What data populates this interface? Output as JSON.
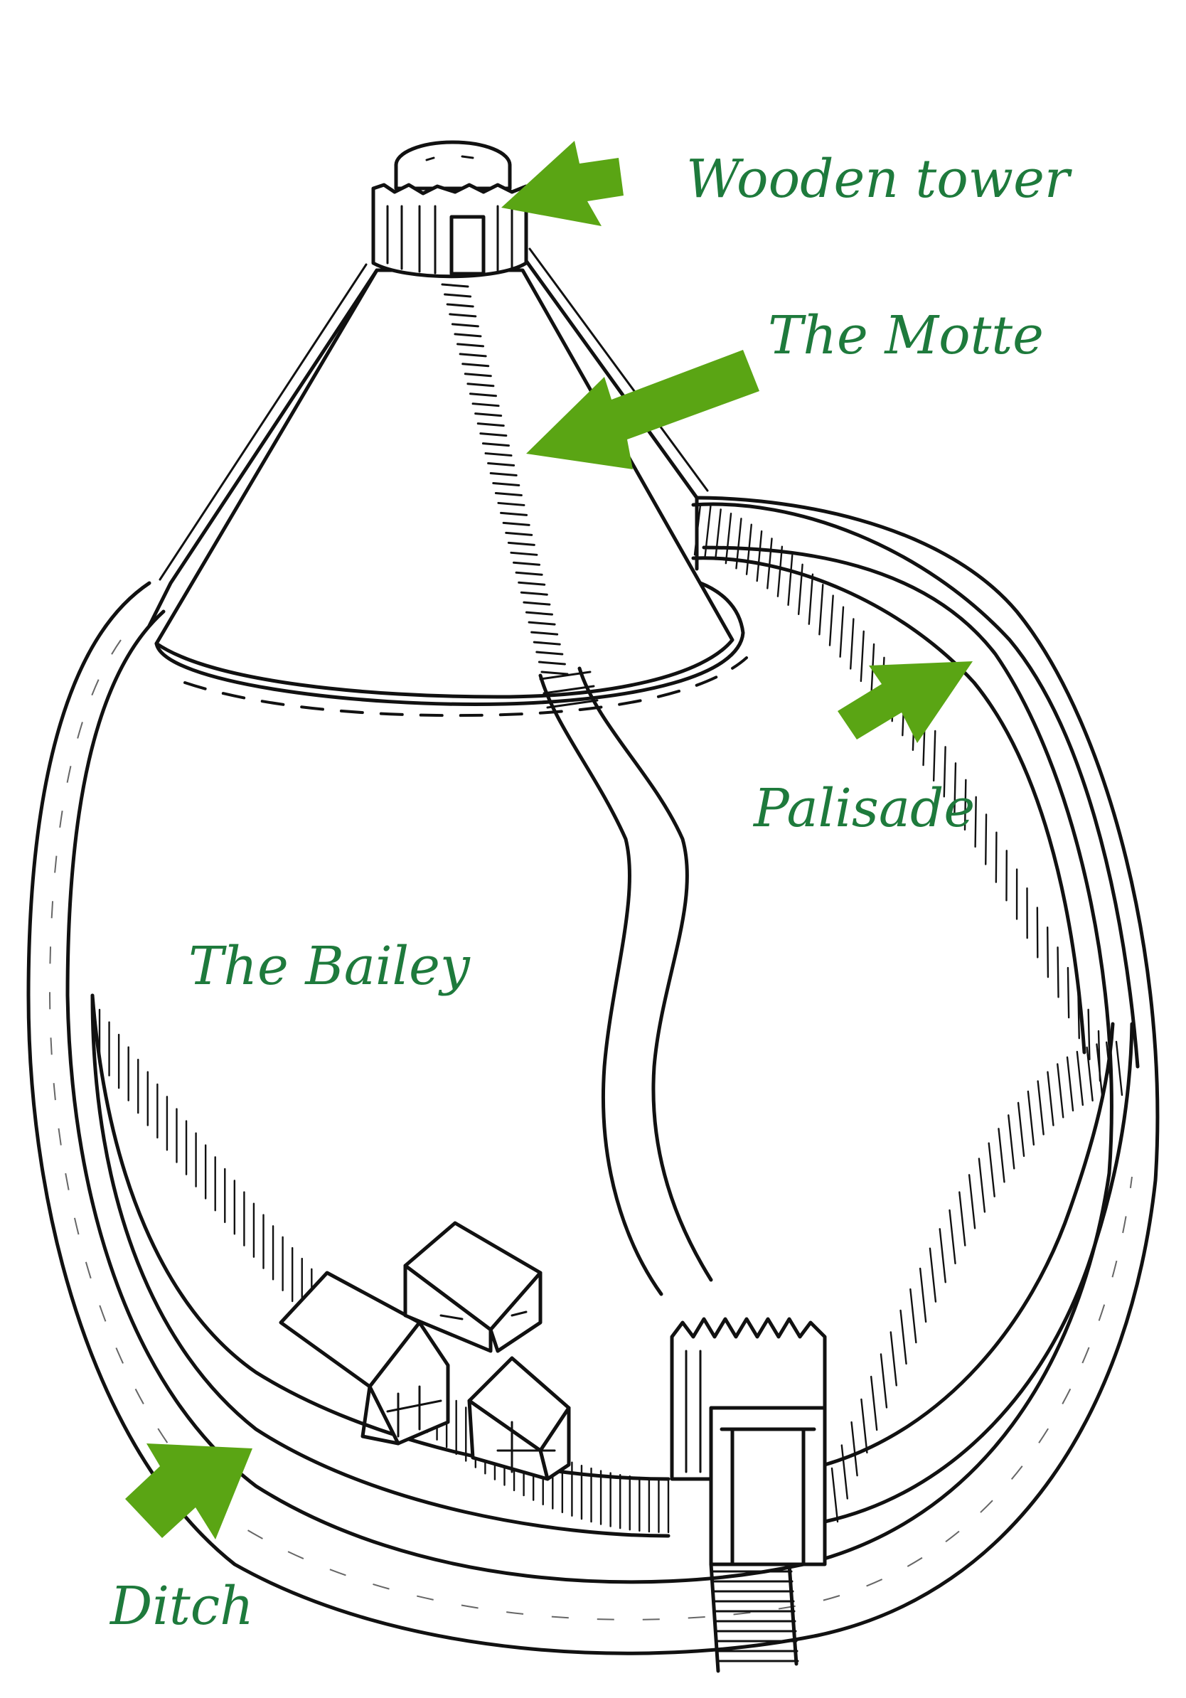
{
  "labels": {
    "wooden_tower": "Wooden tower",
    "motte": "The Motte",
    "palisade": "Palisade",
    "bailey": "The Bailey",
    "ditch": "Ditch"
  },
  "colors": {
    "label_text": "#1e7a3c",
    "arrow_fill": "#5aa514",
    "line_art": "#111111",
    "background": "#ffffff"
  }
}
